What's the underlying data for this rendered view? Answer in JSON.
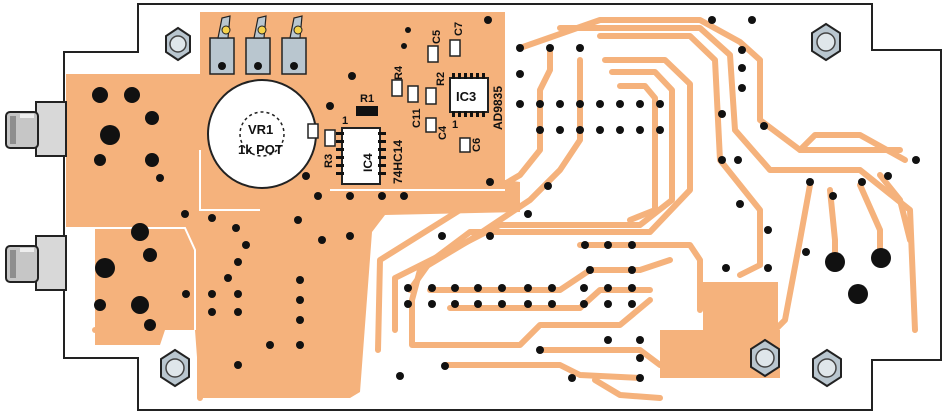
{
  "colors": {
    "copper": "#f5b27c",
    "board": "#ffffff",
    "outline": "#222222",
    "pad": "#111111",
    "jack": "#cfcfcf",
    "nut": "#b9c6cf"
  },
  "labels": {
    "vr1": "VR1",
    "vr1_value": "1k POT",
    "r1": "R1",
    "r2": "R2",
    "r3": "R3",
    "r4": "R4",
    "c4": "C4",
    "c5": "C5",
    "c6": "C6",
    "c7": "C7",
    "c11": "C11",
    "ic3": "IC3",
    "ic3_part": "AD9835",
    "ic4": "IC4",
    "ic4_part": "74HC14",
    "pin1_left": "1",
    "pin1_right": "1"
  }
}
